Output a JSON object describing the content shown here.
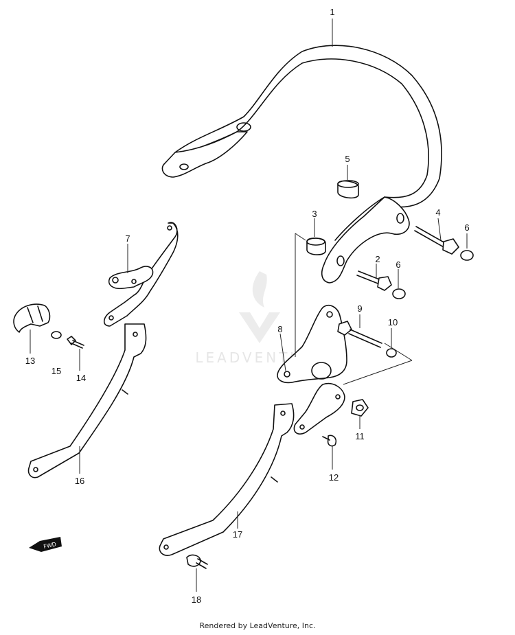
{
  "diagram": {
    "callouts": [
      "1",
      "2",
      "3",
      "4",
      "5",
      "6",
      "6",
      "7",
      "8",
      "9",
      "10",
      "11",
      "12",
      "13",
      "14",
      "15",
      "16",
      "17",
      "18"
    ],
    "fwd_label": "FWD"
  },
  "watermark": {
    "text": "LEADVENTURE"
  },
  "footer": {
    "text": "Rendered by LeadVenture, Inc."
  }
}
